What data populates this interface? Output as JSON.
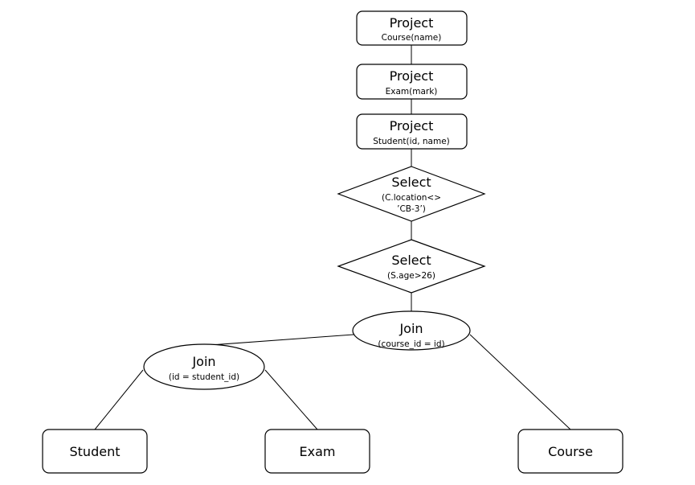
{
  "diagram": {
    "project_course": {
      "title": "Project",
      "detail": "Course(name)"
    },
    "project_exam": {
      "title": "Project",
      "detail": "Exam(mark)"
    },
    "project_student": {
      "title": "Project",
      "detail": "Student(id, name)"
    },
    "select_location": {
      "title": "Select",
      "detail_line1": "(C.location<>",
      "detail_line2": "’CB-3’)"
    },
    "select_age": {
      "title": "Select",
      "detail": "(S.age>26)"
    },
    "join_course": {
      "title": "Join",
      "detail": "(course_id = id)"
    },
    "join_student": {
      "title": "Join",
      "detail": "(id = student_id)"
    },
    "leaf_student": {
      "label": "Student"
    },
    "leaf_exam": {
      "label": "Exam"
    },
    "leaf_course": {
      "label": "Course"
    }
  }
}
